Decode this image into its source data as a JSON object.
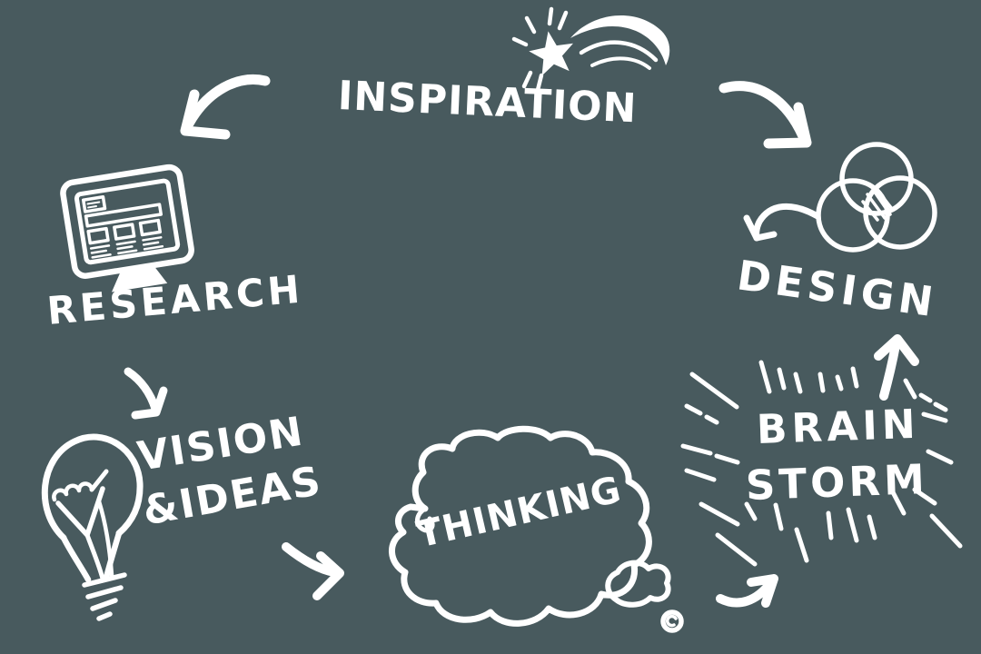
{
  "palette": {
    "background": "#485a5e",
    "ink": "#ffffff"
  },
  "diagram": {
    "description": "Hand-drawn creative process doodle cycle",
    "nodes": {
      "inspiration": {
        "label": "INSPIRATION"
      },
      "research": {
        "label": "RESEARCH"
      },
      "vision": {
        "line1": "VISION",
        "line2": "&IDEAS"
      },
      "thinking": {
        "label": "THINKING"
      },
      "brainstorm": {
        "line1": "BRAIN",
        "line2": "STORM"
      },
      "design": {
        "label": "DESIGN"
      }
    },
    "icons": {
      "shooting_star": "shooting-star-icon",
      "monitor": "monitor-wireframe-icon",
      "lightbulb": "lightbulb-fist-icon",
      "cloud": "thought-cloud-icon",
      "burst": "burst-rays-icon",
      "venn": "venn-circles-icon"
    }
  }
}
